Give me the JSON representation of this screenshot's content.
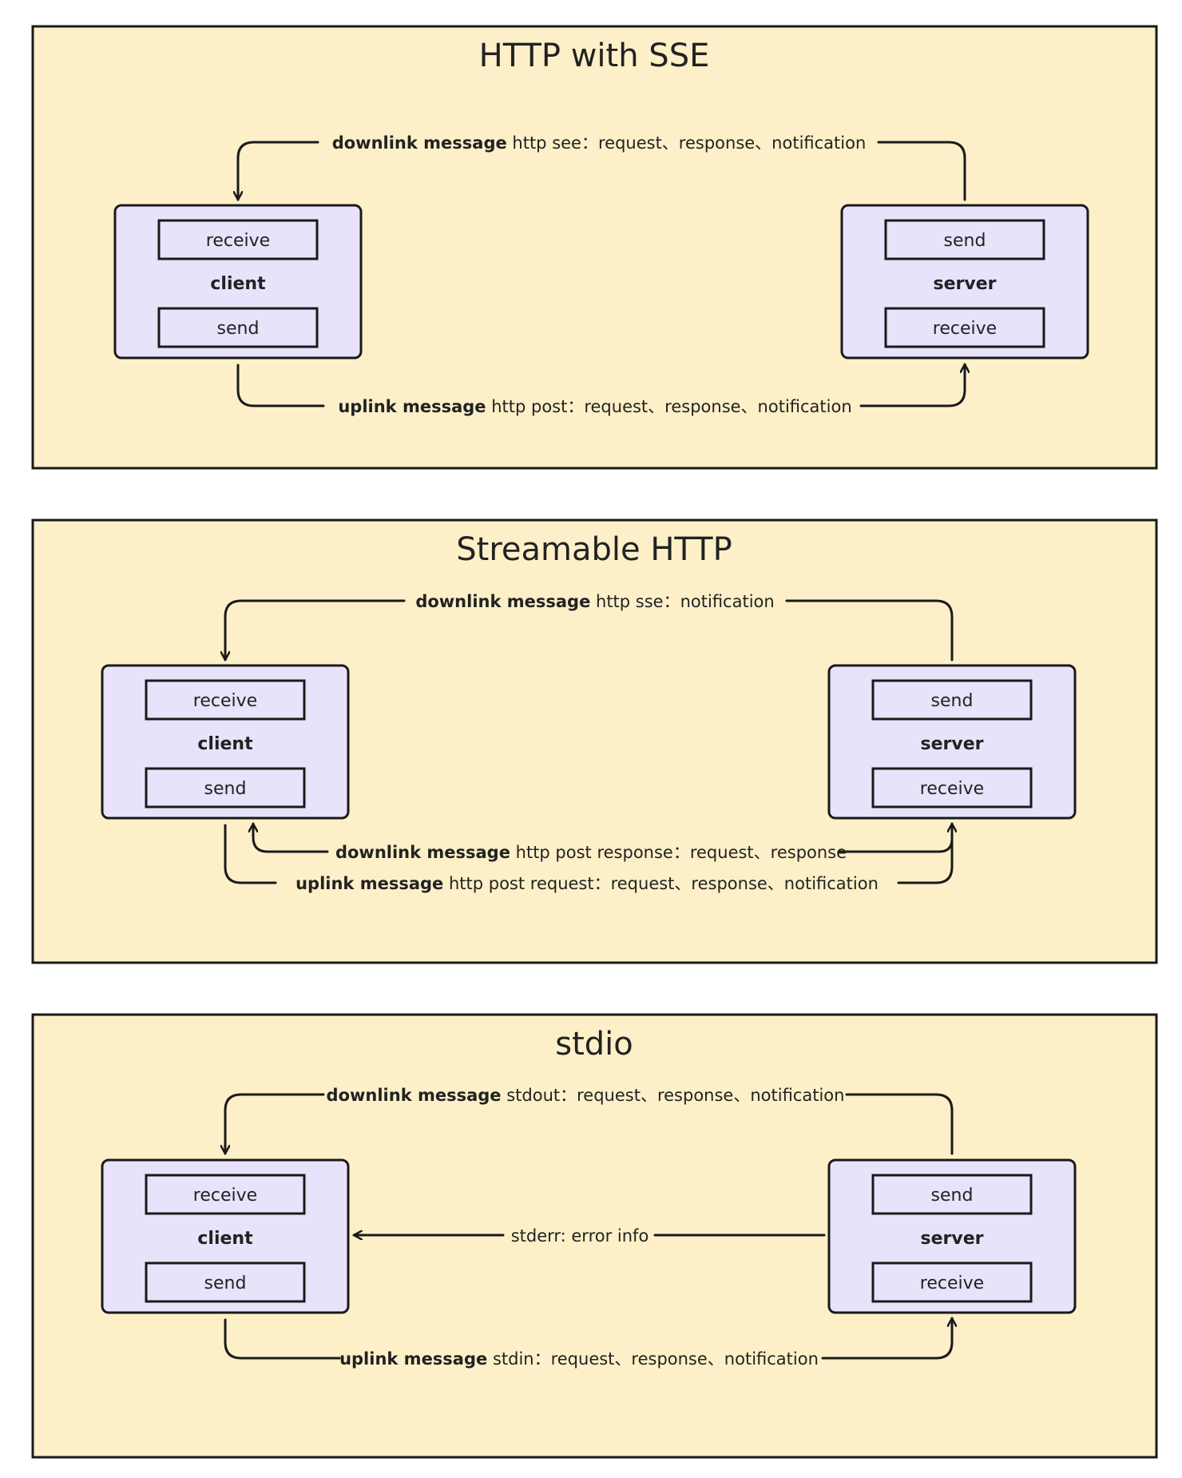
{
  "panels": [
    {
      "title": "HTTP with SSE",
      "client": {
        "label": "client",
        "top": "receive",
        "bottom": "send"
      },
      "server": {
        "label": "server",
        "top": "send",
        "bottom": "receive"
      },
      "messages": [
        {
          "bold": "downlink message",
          "text": " http see：request、response、notification"
        },
        {
          "bold": "uplink message",
          "text": " http post：request、response、notification"
        }
      ]
    },
    {
      "title": "Streamable HTTP",
      "client": {
        "label": "client",
        "top": "receive",
        "bottom": "send"
      },
      "server": {
        "label": "server",
        "top": "send",
        "bottom": "receive"
      },
      "messages": [
        {
          "bold": "downlink message",
          "text": " http sse：notification"
        },
        {
          "bold": "downlink message",
          "text": " http post response：request、response"
        },
        {
          "bold": "uplink message",
          "text": " http post request：request、response、notification"
        }
      ]
    },
    {
      "title": "stdio",
      "client": {
        "label": "client",
        "top": "receive",
        "bottom": "send"
      },
      "server": {
        "label": "server",
        "top": "send",
        "bottom": "receive"
      },
      "messages": [
        {
          "bold": "downlink message",
          "text": " stdout：request、response、notification"
        },
        {
          "bold": "",
          "text": "stderr: error info"
        },
        {
          "bold": "uplink message",
          "text": " stdin：request、response、notification"
        }
      ]
    }
  ]
}
